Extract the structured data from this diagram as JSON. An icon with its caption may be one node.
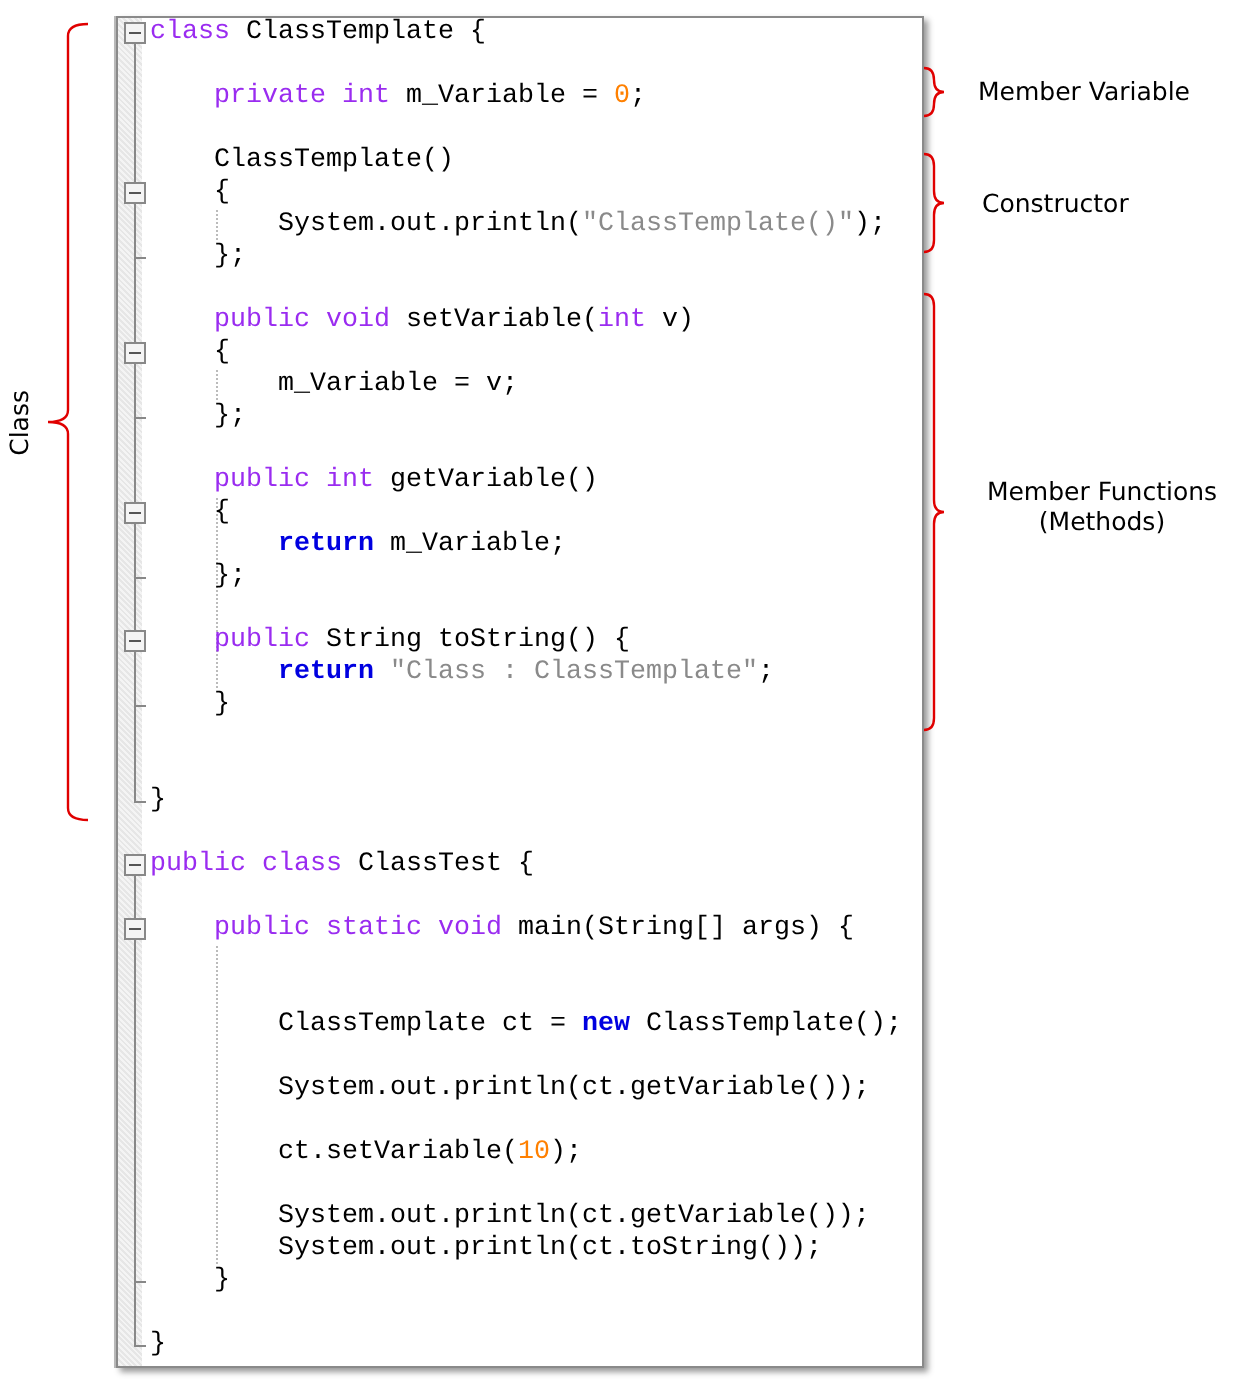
{
  "diagram": {
    "labels": [
      "class ClassTemplate {",
      "private int m_Variable = 0;",
      "ClassTemplate()",
      "{",
      "System.out.println(\"ClassTemplate()\");",
      "};",
      "public void setVariable(int v)",
      "{",
      "m_Variable = v;",
      "};",
      "public int getVariable()",
      "{",
      "return m_Variable;",
      "};",
      "public String toString() {",
      "return \"Class : ClassTemplate\";",
      "}",
      "}",
      "public class ClassTest {",
      "public static void main(String[] args) {",
      "ClassTemplate ct = new ClassTemplate();",
      "System.out.println(ct.getVariable());",
      "ct.setVariable(10);",
      "System.out.println(ct.getVariable());",
      "System.out.println(ct.toString());",
      "}",
      "}",
      "Class",
      "Member Variable",
      "Constructor",
      "Member Functions (Methods)"
    ]
  }
}
